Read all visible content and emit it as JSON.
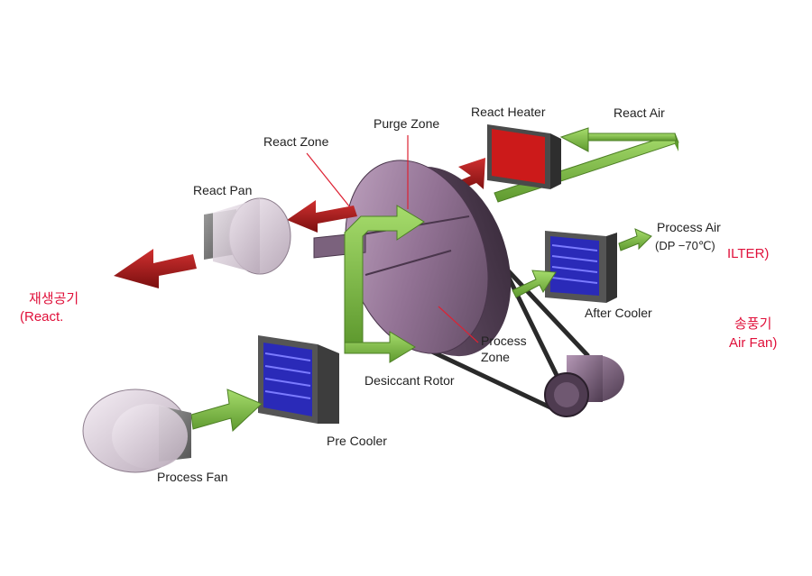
{
  "labels": {
    "react_heater": "React Heater",
    "react_air": "React Air",
    "purge_zone": "Purge Zone",
    "react_zone": "React Zone",
    "react_pan": "React Pan",
    "process_air": "Process Air",
    "process_air_dp": "(DP −70℃)",
    "after_cooler": "After Cooler",
    "process_zone_line1": "Process",
    "process_zone_line2": "Zone",
    "desiccant_rotor": "Desiccant Rotor",
    "pre_cooler": "Pre Cooler",
    "process_fan": "Process Fan"
  },
  "overlay_labels": {
    "filter_partial": "ILTER)",
    "regen_air_kr": "재생공기",
    "regen_air_en": "(React.",
    "blower_kr": "송풍기",
    "blower_en": "Air Fan)"
  },
  "colors": {
    "rotor": "#8f7590",
    "heater": "#cc1a1a",
    "cooler": "#2a2ab8",
    "react_arrow": "#a01818",
    "process_arrow": "#7bc044",
    "overlay_text": "#e0103a"
  }
}
